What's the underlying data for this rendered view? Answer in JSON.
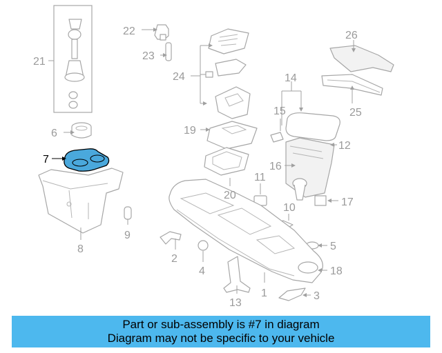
{
  "highlighted_part": "7",
  "callouts": {
    "c1": "1",
    "c2": "2",
    "c3": "3",
    "c4": "4",
    "c5": "5",
    "c6": "6",
    "c7": "7",
    "c8": "8",
    "c9": "9",
    "c10": "10",
    "c11": "11",
    "c12": "12",
    "c13": "13",
    "c14": "14",
    "c15": "15",
    "c16": "16",
    "c17": "17",
    "c18": "18",
    "c19": "19",
    "c20": "20",
    "c21": "21",
    "c22": "22",
    "c23": "23",
    "c24": "24",
    "c25": "25",
    "c26": "26"
  },
  "colors": {
    "highlight": "#4aa8dc",
    "banner": "#4db8ee",
    "line_art": "#a6a6a6",
    "callout_text": "#9a9a9a"
  },
  "banner": {
    "line1": "Part or sub-assembly is #7 in diagram",
    "line2": "Diagram may not be specific to your vehicle"
  }
}
